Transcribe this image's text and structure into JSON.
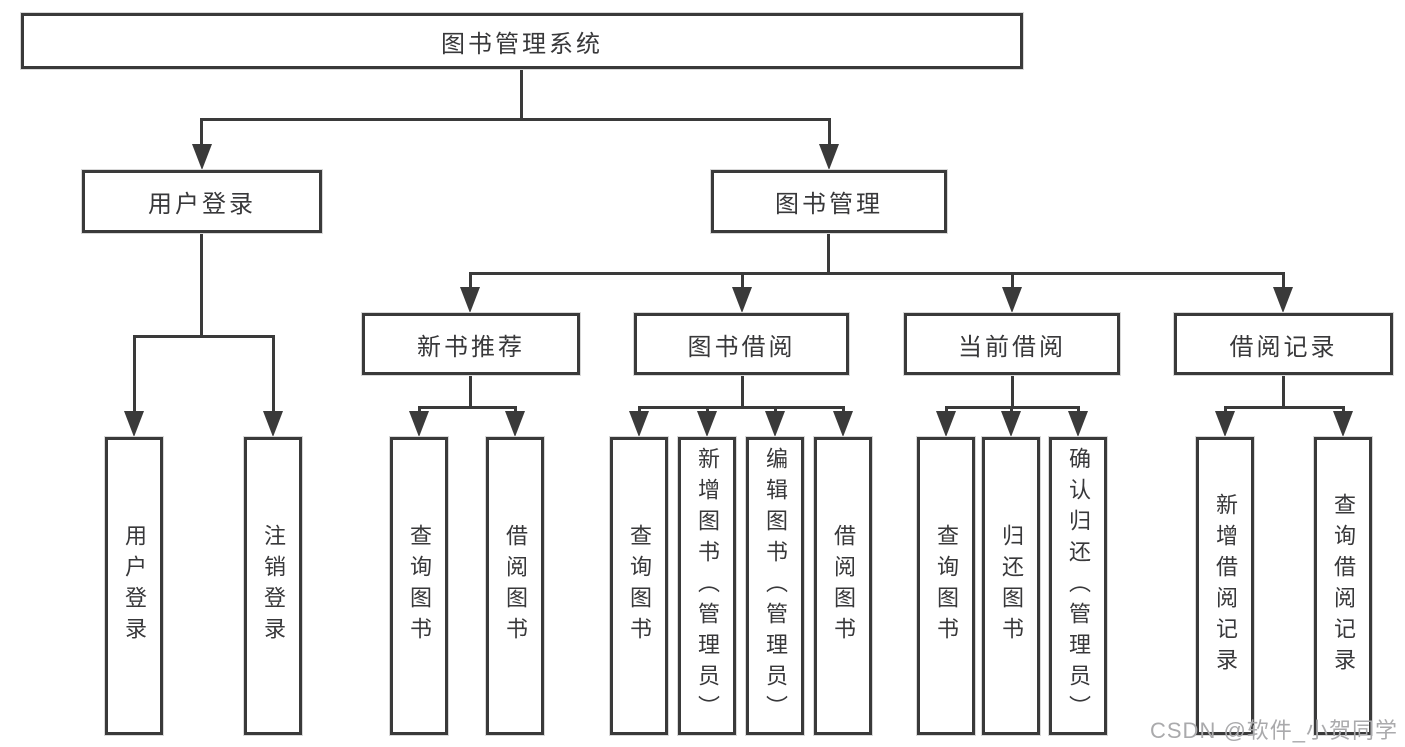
{
  "watermark": "CSDN @软件_小贺同学",
  "colors": {
    "line": "#3a3a3a",
    "text": "#38383a",
    "watermark": "#aaaaac",
    "background": "#ffffff"
  },
  "tree": {
    "root": "图书管理系统",
    "user_login": {
      "label": "用户登录",
      "children": {
        "login": "用户登录",
        "logout": "注销登录"
      }
    },
    "book_mgmt": {
      "label": "图书管理",
      "new_book_rec": {
        "label": "新书推荐",
        "children": {
          "query_book": "查询图书",
          "borrow_book": "借阅图书"
        }
      },
      "book_borrow": {
        "label": "图书借阅",
        "children": {
          "query_book": "查询图书",
          "add_book_admin": "新增图书（管理员）",
          "edit_book_admin": "编辑图书（管理员）",
          "borrow_book": "借阅图书"
        }
      },
      "current_borrow": {
        "label": "当前借阅",
        "children": {
          "query_book": "查询图书",
          "return_book": "归还图书",
          "confirm_return_admin": "确认归还（管理员）"
        }
      },
      "borrow_record": {
        "label": "借阅记录",
        "children": {
          "add_record": "新增借阅记录",
          "query_record": "查询借阅记录"
        }
      }
    }
  }
}
